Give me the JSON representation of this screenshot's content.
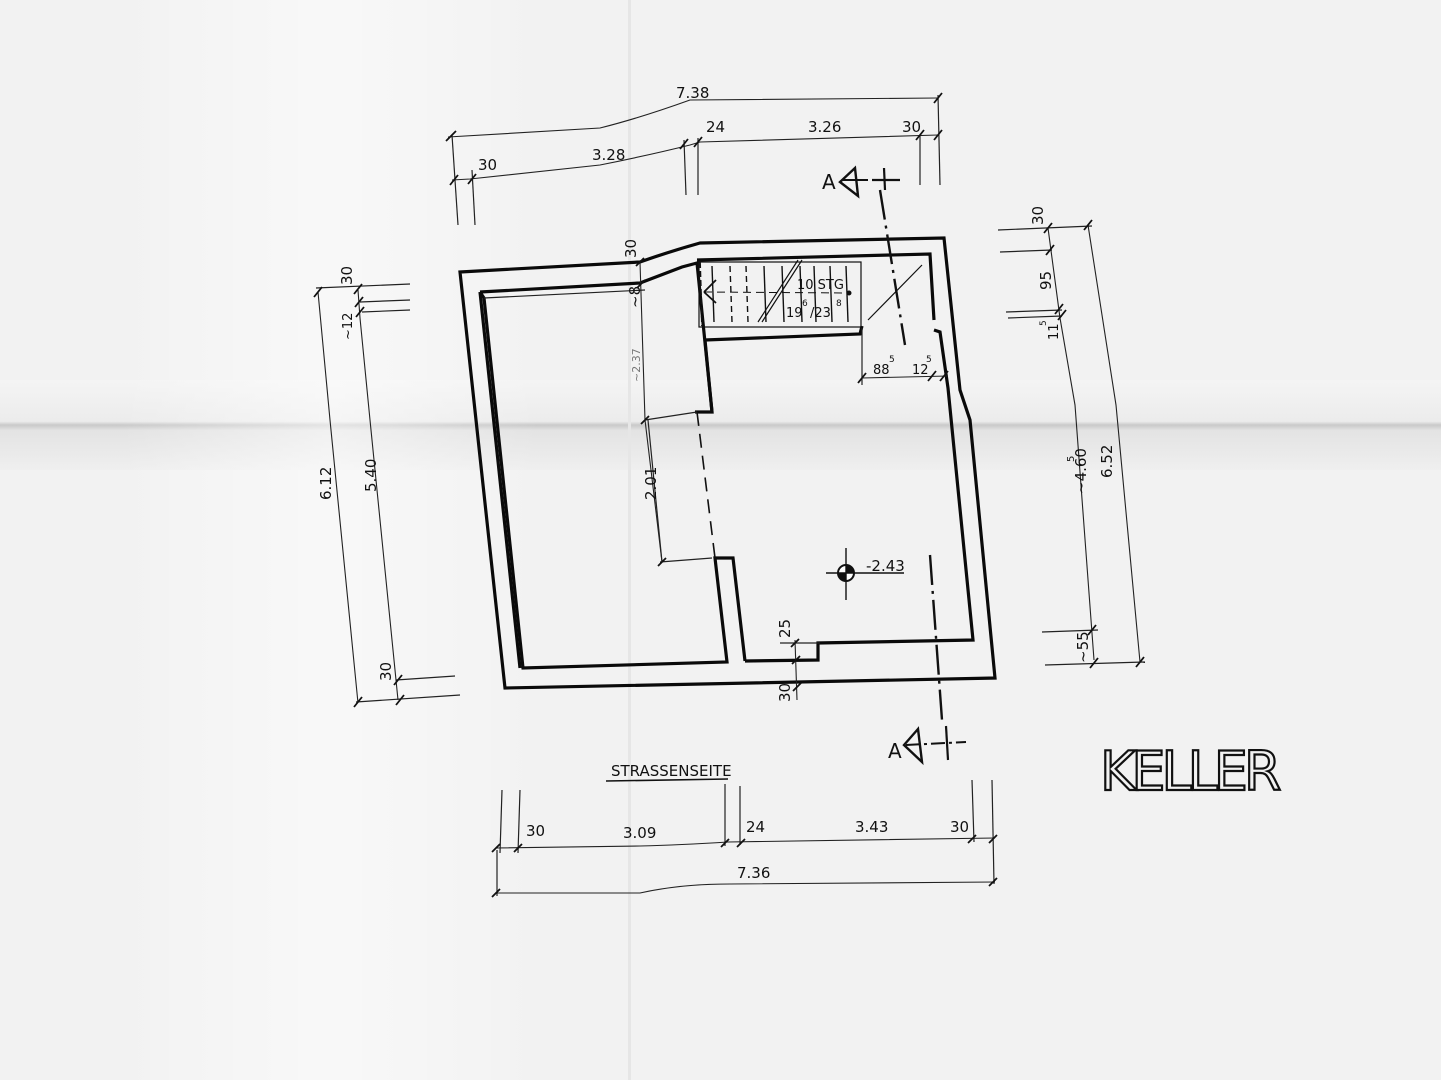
{
  "drawing": {
    "title_handwritten": "KELLER",
    "street_side_label": "STRASSENSEITE",
    "section_marker_top": "A",
    "section_marker_bottom": "A",
    "stair_label": "10 STG",
    "stair_rise": "19",
    "stair_rise_sup": "6",
    "stair_run": "/23",
    "stair_run_sup": "8",
    "floor_level": "-2.43"
  },
  "dimensions": {
    "top": {
      "overall": "7.38",
      "segments": [
        "30",
        "3.28",
        "24",
        "3.26",
        "30"
      ]
    },
    "bottom": {
      "overall": "7.36",
      "segments": [
        "30",
        "3.09",
        "24",
        "3.43",
        "30"
      ]
    },
    "left": {
      "overall": "6.12",
      "inner": "5.40",
      "top_wall": "30",
      "offset": "~12",
      "bottom_wall": "30"
    },
    "right": {
      "overall": "6.52",
      "inner": "~4.60",
      "inner_sup": "5",
      "top_wall": "30",
      "stair_depth": "95",
      "landing": "11",
      "landing_sup": "5",
      "bottom": "~55"
    },
    "interior": {
      "top_wall_left": "30",
      "step_offset": "~8",
      "upper_wall_len": "~2.37",
      "opening": "2.01",
      "landing_width": "88",
      "landing_width_sup": "5",
      "door_jamb": "12",
      "door_jamb_sup": "5",
      "sill": "25",
      "bottom_wall": "30"
    }
  }
}
